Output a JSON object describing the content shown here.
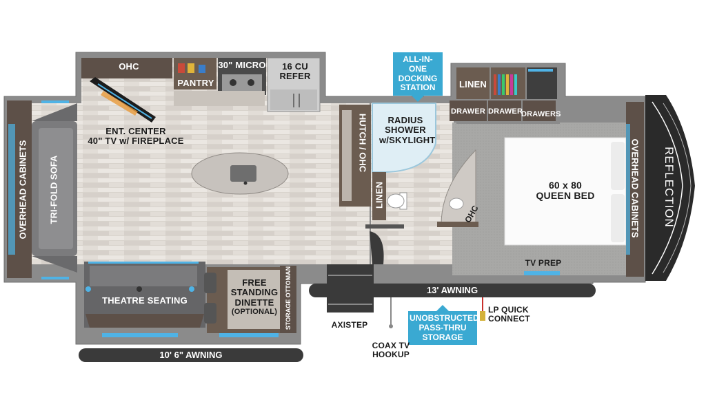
{
  "brand": "REFLECTION",
  "labels": {
    "ohc": "OHC",
    "pantry": "PANTRY",
    "micro": "30\" MICRO",
    "refer_1": "16 CU",
    "refer_2": "REFER",
    "ent_center_1": "ENT. CENTER",
    "ent_center_2": "40\" TV w/ FIREPLACE",
    "overhead_cabinets_left": "OVERHEAD CABINETS",
    "tri_fold_sofa": "TRI-FOLD SOFA",
    "hutch_ohc": "HUTCH / OHC",
    "radius_shower_1": "RADIUS",
    "radius_shower_2": "SHOWER",
    "radius_shower_3": "w/SKYLIGHT",
    "linen_bath": "LINEN",
    "ohc_bed": "OHC",
    "linen_top": "LINEN",
    "drawer_1": "DRAWER",
    "drawer_2": "DRAWER",
    "drawers": "DRAWERS",
    "queen_bed_1": "60 x 80",
    "queen_bed_2": "QUEEN BED",
    "overhead_cabinets_right": "OVERHEAD CABINETS",
    "tv_prep": "TV PREP",
    "theatre_seating": "THEATRE SEATING",
    "dinette_1": "FREE",
    "dinette_2": "STANDING",
    "dinette_3": "DINETTE",
    "dinette_4": "(OPTIONAL)",
    "storage_ottoman": "STORAGE OTTOMAN",
    "axistep": "AXISTEP",
    "coax_1": "COAX TV",
    "coax_2": "HOOKUP",
    "lp_1": "LP QUICK",
    "lp_2": "CONNECT"
  },
  "callouts": {
    "docking_1": "ALL-IN-ONE",
    "docking_2": "DOCKING",
    "docking_3": "STATION",
    "storage_1": "UNOBSTRUCTED",
    "storage_2": "PASS-THRU",
    "storage_3": "STORAGE"
  },
  "awnings": {
    "main": "13' AWNING",
    "slide": "10' 6\" AWNING"
  },
  "colors": {
    "wall": "#8a8a8a",
    "floor": "#ded9d3",
    "carpet": "#a9a9a7",
    "cabinet": "#5d5048",
    "callout": "#3aa9d2",
    "accent_blue": "#4fb3e6",
    "lp_red": "#c9302c"
  },
  "icons": [
    "sink-icon",
    "toilet-icon",
    "tv-icon",
    "step-icon"
  ]
}
